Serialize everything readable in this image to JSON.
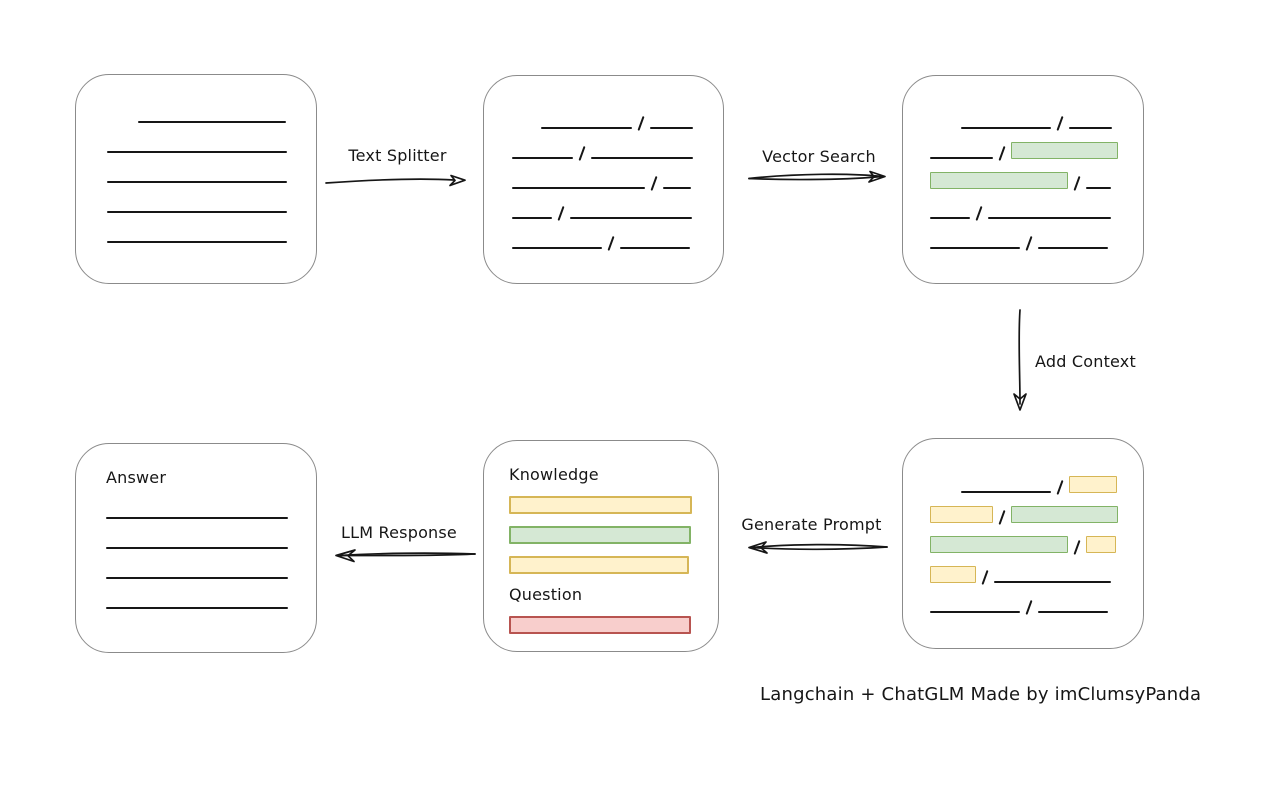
{
  "colors": {
    "background": "#ffffff",
    "ink": "#161616",
    "box_border": "#8b8b8b",
    "green_fill": "#d5e8d4",
    "green_border": "#82b366",
    "yellow_fill": "#fff2cc",
    "yellow_border": "#d6b656",
    "red_fill": "#f8cecc",
    "red_border": "#b85450"
  },
  "labels": {
    "text_splitter": "Text Splitter",
    "vector_search": "Vector Search",
    "add_context": "Add Context",
    "generate_prompt": "Generate Prompt",
    "llm_response": "LLM Response",
    "credit": "Langchain + ChatGLM Made by imClumsyPanda"
  },
  "boxes": {
    "document": [
      [
        {
          "t": "line",
          "w": 148,
          "ind": 31
        }
      ],
      [
        {
          "t": "line",
          "w": 180
        }
      ],
      [
        {
          "t": "line",
          "w": 180
        }
      ],
      [
        {
          "t": "line",
          "w": 180
        }
      ],
      [
        {
          "t": "line",
          "w": 180
        }
      ]
    ],
    "chunks": [
      [
        {
          "t": "line",
          "w": 91,
          "ind": 29
        },
        {
          "t": "slash"
        },
        {
          "t": "line",
          "w": 43
        }
      ],
      [
        {
          "t": "line",
          "w": 61
        },
        {
          "t": "slash"
        },
        {
          "t": "line",
          "w": 102
        }
      ],
      [
        {
          "t": "line",
          "w": 133
        },
        {
          "t": "slash"
        },
        {
          "t": "line",
          "w": 28
        }
      ],
      [
        {
          "t": "line",
          "w": 40
        },
        {
          "t": "slash"
        },
        {
          "t": "line",
          "w": 122
        }
      ],
      [
        {
          "t": "line",
          "w": 90
        },
        {
          "t": "slash"
        },
        {
          "t": "line",
          "w": 70
        }
      ]
    ],
    "retrieved": [
      [
        {
          "t": "line",
          "w": 90,
          "ind": 31
        },
        {
          "t": "slash"
        },
        {
          "t": "line",
          "w": 43
        }
      ],
      [
        {
          "t": "line",
          "w": 63
        },
        {
          "t": "slash"
        },
        {
          "t": "chip",
          "c": "green",
          "w": 107
        }
      ],
      [
        {
          "t": "chip",
          "c": "green",
          "w": 138
        },
        {
          "t": "slash"
        },
        {
          "t": "line",
          "w": 25
        }
      ],
      [
        {
          "t": "line",
          "w": 40
        },
        {
          "t": "slash"
        },
        {
          "t": "line",
          "w": 123
        }
      ],
      [
        {
          "t": "line",
          "w": 90
        },
        {
          "t": "slash"
        },
        {
          "t": "line",
          "w": 70
        }
      ]
    ],
    "context": [
      [
        {
          "t": "line",
          "w": 90,
          "ind": 31
        },
        {
          "t": "slash"
        },
        {
          "t": "chip",
          "c": "yellow",
          "w": 48
        }
      ],
      [
        {
          "t": "chip",
          "c": "yellow",
          "w": 63
        },
        {
          "t": "slash"
        },
        {
          "t": "chip",
          "c": "green",
          "w": 107
        }
      ],
      [
        {
          "t": "chip",
          "c": "green",
          "w": 138
        },
        {
          "t": "slash"
        },
        {
          "t": "chip",
          "c": "yellow",
          "w": 30
        }
      ],
      [
        {
          "t": "chip",
          "c": "yellow",
          "w": 46
        },
        {
          "t": "slash"
        },
        {
          "t": "line",
          "w": 117
        }
      ],
      [
        {
          "t": "line",
          "w": 90
        },
        {
          "t": "slash"
        },
        {
          "t": "line",
          "w": 70
        }
      ]
    ],
    "prompt": [
      [
        {
          "t": "label",
          "text": "Knowledge"
        }
      ],
      [
        {
          "t": "bar",
          "c": "yellow",
          "w": 183
        }
      ],
      [
        {
          "t": "bar",
          "c": "green",
          "w": 182
        }
      ],
      [
        {
          "t": "bar",
          "c": "yellow",
          "w": 180
        }
      ],
      [
        {
          "t": "label",
          "text": "Question"
        }
      ],
      [
        {
          "t": "bar",
          "c": "red",
          "w": 182
        }
      ]
    ],
    "answer": [
      [
        {
          "t": "label",
          "text": "Answer"
        }
      ],
      [
        {
          "t": "line",
          "w": 182
        }
      ],
      [
        {
          "t": "line",
          "w": 182
        }
      ],
      [
        {
          "t": "line",
          "w": 182
        }
      ],
      [
        {
          "t": "line",
          "w": 182
        }
      ]
    ]
  }
}
